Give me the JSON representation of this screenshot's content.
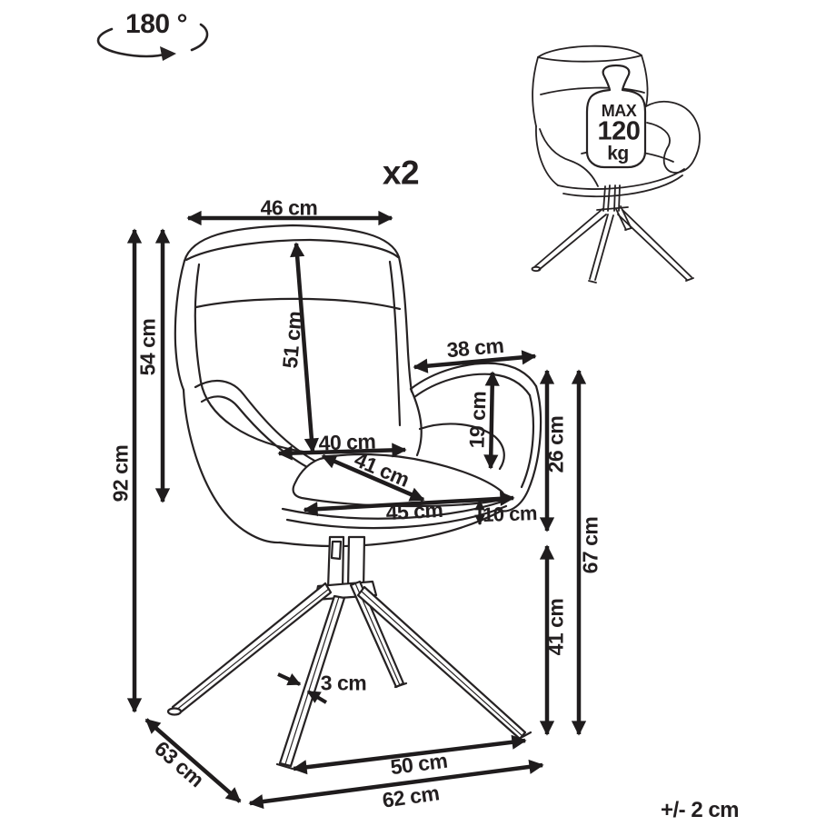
{
  "page": {
    "background": "#ffffff",
    "line_color": "#262223",
    "arrow_color": "#1f1c1d",
    "text_color": "#231f20"
  },
  "rotation_badge": {
    "label": "180 °"
  },
  "quantity_badge": {
    "label": "x2"
  },
  "weight_limit": {
    "line1": "MAX",
    "line2": "120",
    "line3": "kg"
  },
  "tolerance": {
    "label": "+/- 2 cm"
  },
  "dimensions": {
    "back_top_width": "46 cm",
    "overall_height": "92 cm",
    "backrest_height": "54 cm",
    "backrest_inner_height": "51 cm",
    "armrest_depth": "38 cm",
    "armrest_above_seat": "19 cm",
    "seat_to_armrest_top": "26 cm",
    "seat_depth": "40 cm",
    "seat_diagonal": "41 cm",
    "seat_front_width": "45 cm",
    "seat_cushion_thickness": "10 cm",
    "floor_to_seat": "41 cm",
    "floor_to_armrest": "67 cm",
    "leg_profile": "3 cm",
    "base_depth": "63 cm",
    "base_front_span": "50 cm",
    "base_overall_width": "62 cm"
  }
}
